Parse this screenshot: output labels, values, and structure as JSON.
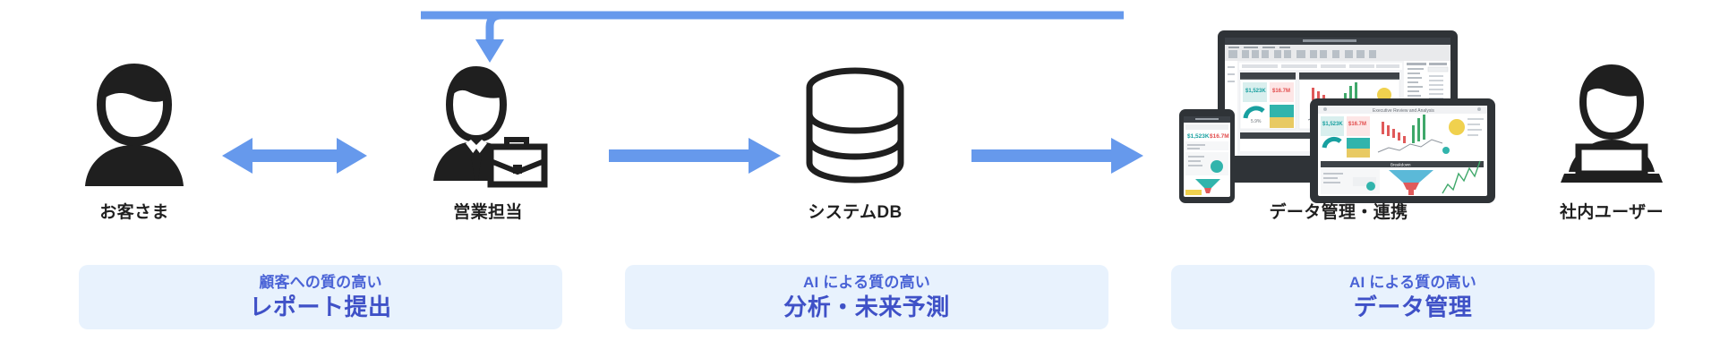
{
  "diagram": {
    "title_colors": {
      "arrow_blue": "#6699ec",
      "caption_bg": "#e8f2fd",
      "caption_top_text": "#4a63d6",
      "caption_main_text": "#3f51c7",
      "icon_black": "#1f1f1f",
      "page_bg": "#ffffff"
    },
    "nodes": [
      {
        "key": "customer",
        "label": "お客さま",
        "icon": "person-avatar-icon"
      },
      {
        "key": "sales",
        "label": "営業担当",
        "icon": "businessman-briefcase-icon"
      },
      {
        "key": "system_db",
        "label": "システムDB",
        "icon": "database-cylinder-icon"
      },
      {
        "key": "data_mgmt",
        "label": "データ管理・連携",
        "icon": "multi-device-dashboard-icon"
      },
      {
        "key": "internal_user",
        "label": "社内ユーザー",
        "icon": "person-laptop-icon"
      }
    ],
    "arrows": [
      {
        "key": "customer-sales",
        "type": "bidirectional",
        "icon": "double-headed-arrow-icon"
      },
      {
        "key": "sales-db",
        "type": "right",
        "icon": "right-arrow-icon"
      },
      {
        "key": "db-data",
        "type": "right",
        "icon": "right-arrow-icon"
      },
      {
        "key": "feedback-loop",
        "type": "loop-down",
        "icon": "feedback-loop-arrow-icon"
      }
    ],
    "captions": [
      {
        "key": "report",
        "top": "顧客への質の高い",
        "main": "レポート提出"
      },
      {
        "key": "analysis",
        "top": "AI による質の高い",
        "main": "分析・未来予測"
      },
      {
        "key": "datamgmt",
        "top": "AI による質の高い",
        "main": "データ管理"
      }
    ]
  }
}
